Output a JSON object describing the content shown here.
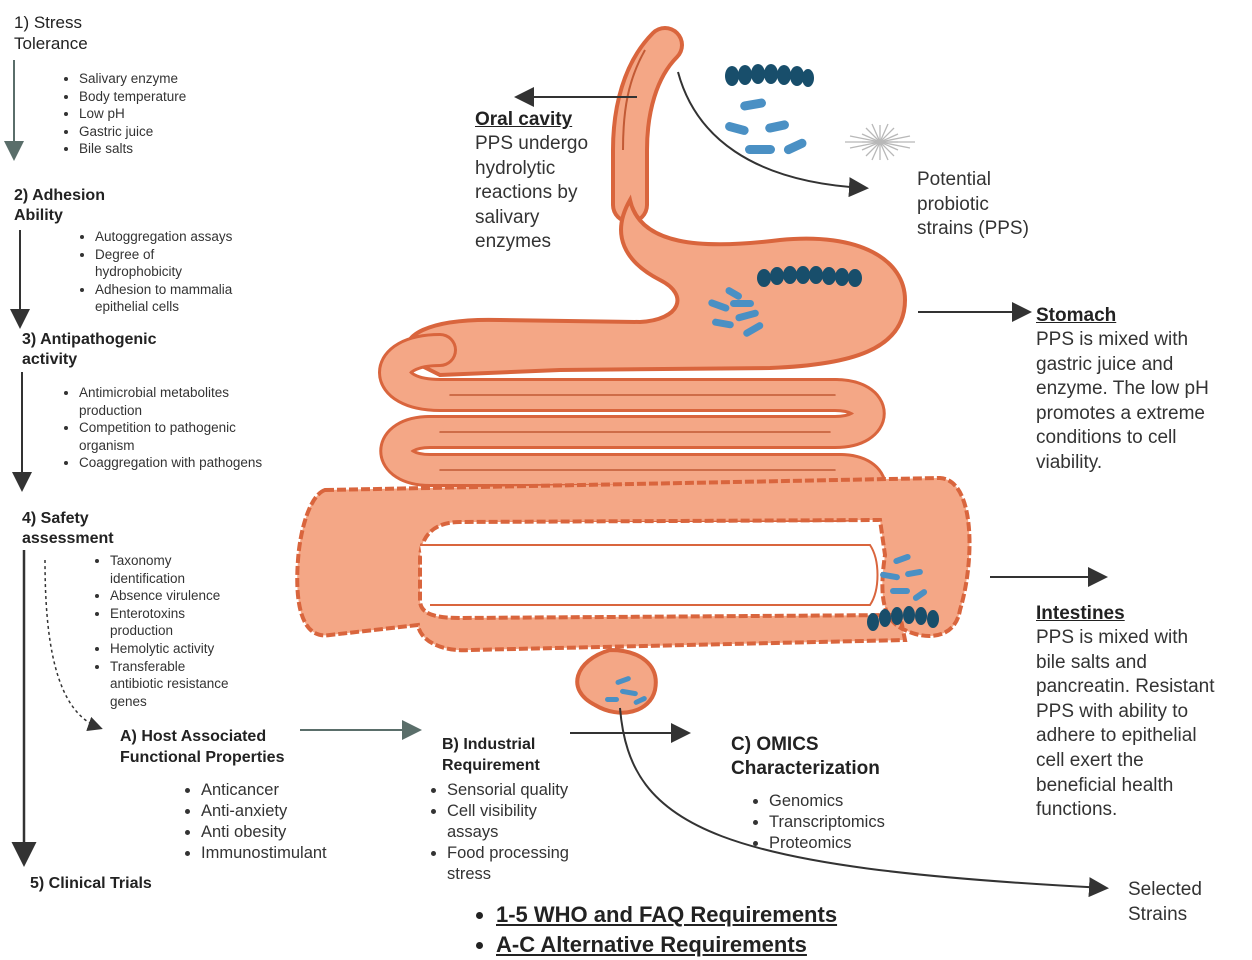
{
  "steps": {
    "s1": {
      "title_line1": "1) Stress",
      "title_line2": "Tolerance",
      "items": [
        "Salivary enzyme",
        "Body temperature",
        "Low pH",
        "Gastric juice",
        "Bile salts"
      ]
    },
    "s2": {
      "title_line1": "2) Adhesion",
      "title_line2": "Ability",
      "items": [
        "Autoggregation assays",
        "Degree of hydrophobicity",
        "Adhesion to mammalia epithelial cells"
      ]
    },
    "s3": {
      "title_line1": "3) Antipathogenic",
      "title_line2": "activity",
      "items": [
        "Antimicrobial metabolites production",
        "Competition to pathogenic organism",
        "Coaggregation with pathogens"
      ]
    },
    "s4": {
      "title_line1": "4) Safety",
      "title_line2": "assessment",
      "items": [
        "Taxonomy identification",
        "Absence virulence",
        "Enterotoxins production",
        "Hemolytic activity",
        "Transferable antibiotic resistance genes"
      ]
    },
    "s5": {
      "title": "5) Clinical Trials"
    }
  },
  "alt": {
    "a": {
      "title_line1": "A) Host Associated",
      "title_line2": "Functional Properties",
      "items": [
        "Anticancer",
        "Anti-anxiety",
        "Anti obesity",
        "Immunostimulant"
      ]
    },
    "b": {
      "title_line1": "B) Industrial",
      "title_line2": "Requirement",
      "items": [
        "Sensorial quality",
        "Cell visibility assays",
        "Food processing stress"
      ]
    },
    "c": {
      "title_line1": "C) OMICS",
      "title_line2": "Characterization",
      "items": [
        "Genomics",
        "Transcriptomics",
        "Proteomics"
      ]
    }
  },
  "annotations": {
    "oral": {
      "title": "Oral cavity",
      "lines": [
        "PPS undergo",
        "hydrolytic",
        "reactions by",
        "salivary",
        "enzymes"
      ]
    },
    "pps": {
      "lines": [
        "Potential",
        "probiotic",
        "strains (PPS)"
      ]
    },
    "stomach": {
      "title": "Stomach",
      "lines": [
        "PPS is mixed with",
        "gastric juice and",
        "enzyme. The low pH",
        "promotes a extreme",
        "conditions to cell",
        "viability."
      ]
    },
    "intestines": {
      "title": "Intestines",
      "lines": [
        "PPS is mixed with",
        "bile salts and",
        "pancreatin. Resistant",
        "PPS with ability to",
        "adhere to epithelial",
        "cell exert the",
        "beneficial health",
        "functions."
      ]
    },
    "selected": {
      "lines": [
        "Selected",
        "Strains"
      ]
    }
  },
  "legend": {
    "items": [
      "1-5 WHO and FAQ Requirements",
      "A-C Alternative Requirements"
    ]
  },
  "colors": {
    "gut_fill": "#f4a786",
    "gut_edge": "#d9653d",
    "bacteria_light": "#4a90c4",
    "bacteria_dark": "#184e6b",
    "arrow": "#333333"
  }
}
